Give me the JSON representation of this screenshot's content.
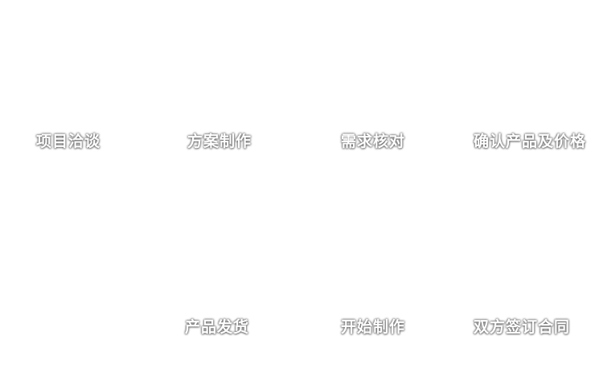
{
  "diagram": {
    "background_color": "#ffffff",
    "label_color": "#ffffff",
    "flow_description": "s-shaped process flow, top row left-to-right then bottom row right-to-left",
    "steps_top": [
      {
        "label": "项目洽谈"
      },
      {
        "label": "方案制作"
      },
      {
        "label": "需求核对"
      },
      {
        "label": "确认产品及价格"
      }
    ],
    "steps_bottom": [
      {
        "label": "双方签订合同"
      },
      {
        "label": "开始制作"
      },
      {
        "label": "产品发货"
      }
    ]
  }
}
